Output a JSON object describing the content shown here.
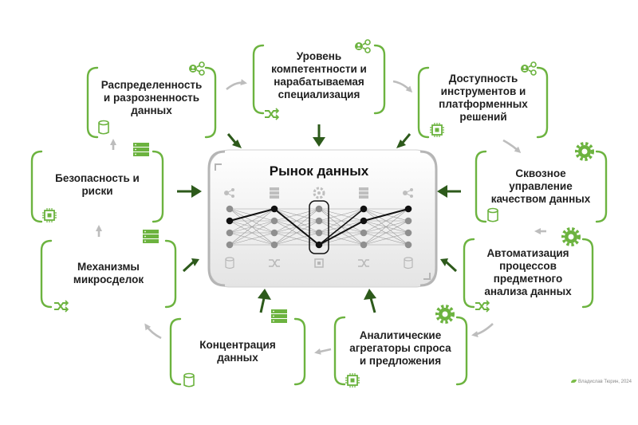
{
  "center": {
    "title": "Рынок данных"
  },
  "nodes": {
    "distribution": [
      "Распределенность",
      "и разрозненность",
      "данных"
    ],
    "competence": [
      "Уровень",
      "компетентности и",
      "нарабатываемая",
      "специализация"
    ],
    "tools": [
      "Доступность",
      "инструментов и",
      "платформенных",
      "решений"
    ],
    "security": [
      "Безопасность и",
      "риски"
    ],
    "quality": [
      "Сквозное",
      "управление",
      "качеством данных"
    ],
    "microdeals": [
      "Механизмы",
      "микросделок"
    ],
    "automation": [
      "Автоматизация",
      "процессов",
      "предметного",
      "анализа данных"
    ],
    "concentration": [
      "Концентрация",
      "данных"
    ],
    "aggregators": [
      "Аналитические",
      "агрегаторы спроса",
      "и предложения"
    ]
  },
  "credit": "Владислав Тюрин, 2024",
  "colors": {
    "accent": "#6cb33f",
    "arrow_dark": "#2d5a1b",
    "arrow_light": "#bdbdbd",
    "text": "#1f1f1f"
  },
  "icons": [
    "share-user-icon",
    "database-icon",
    "server-icon",
    "chip-icon",
    "shuffle-icon",
    "gear-icon"
  ]
}
